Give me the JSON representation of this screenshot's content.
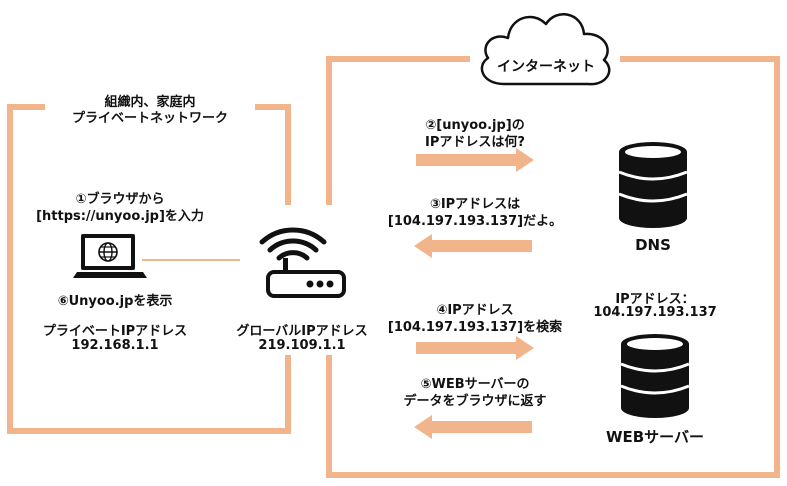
{
  "internet_label": "インターネット",
  "private_network": {
    "line1": "組織内、家庭内",
    "line2": "プライベートネットワーク"
  },
  "laptop": {
    "input_line1": "①ブラウザから",
    "input_line2": "[https://unyoo.jp]を入力",
    "display_label": "⑥Unyoo.jpを表示",
    "ip_title": "プライベートIPアドレス",
    "ip_value": "192.168.1.1"
  },
  "router": {
    "ip_title": "グローバルIPアドレス",
    "ip_value": "219.109.1.1"
  },
  "steps": {
    "step2_line1": "②[unyoo.jp]の",
    "step2_line2": "IPアドレスは何?",
    "step3_line1": "③IPアドレスは",
    "step3_line2": "[104.197.193.137]だよ。",
    "step4_line1": "④IPアドレス",
    "step4_line2": "[104.197.193.137]を検索",
    "step5_line1": "⑤WEBサーバーの",
    "step5_line2": "データをブラウザに返す"
  },
  "dns": {
    "label": "DNS"
  },
  "web_server": {
    "ip_title": "IPアドレス：",
    "ip_value": "104.197.193.137",
    "label": "WEBサーバー"
  },
  "colors": {
    "frame": "#f2b48a",
    "arrow": "#f2b48a",
    "icon": "#111111"
  }
}
